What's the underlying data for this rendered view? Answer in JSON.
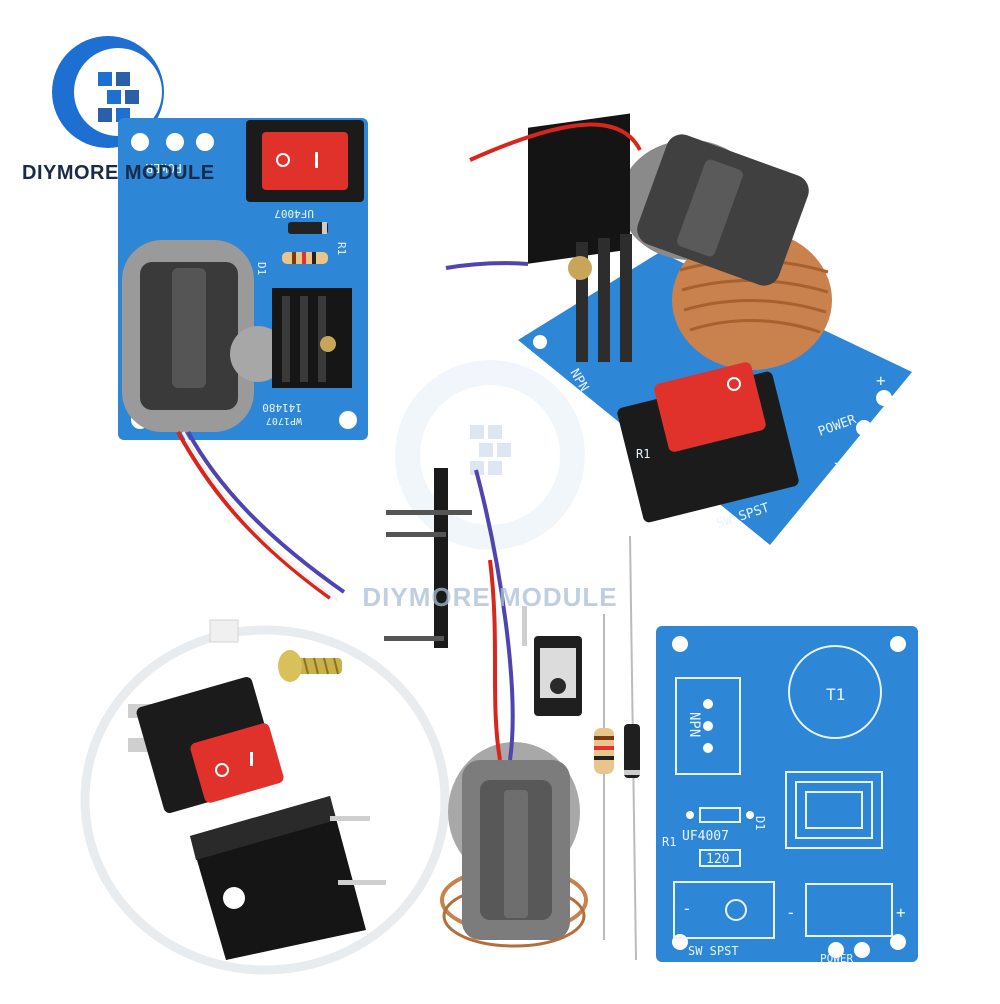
{
  "brand": {
    "name": "DIYMORE MODULE",
    "watermark": "DIYMORE MODULE",
    "colors": {
      "logo_blue": "#1d6fd1",
      "logo_dark": "#1a2b4a",
      "pcb_blue": "#2e86d6",
      "switch_red": "#e0322a"
    }
  },
  "board_top_left": {
    "label_power": "POWER",
    "label_r1": "R1",
    "label_d1": "D1",
    "label_diode": "UF4007",
    "label_code": "141480",
    "label_code2": "WP1707"
  },
  "board_top_right": {
    "label_npn": "NPN",
    "label_power": "POWER",
    "label_sw": "SW SPST",
    "label_r1": "R1",
    "label_plus": "+",
    "label_minus": "-"
  },
  "bare_pcb": {
    "label_t1": "T1",
    "label_npn": "NPN",
    "label_diode": "UF4007",
    "label_d1": "D1",
    "label_r1": "R1",
    "label_resistor": "120",
    "label_sw": "SW SPST",
    "label_power": "POWER",
    "label_plus": "+",
    "label_minus": "-"
  },
  "icons": [
    "logo-icon",
    "switch-icon",
    "coil-icon",
    "heatsink-icon",
    "resistor-icon",
    "diode-icon",
    "screw-icon"
  ]
}
